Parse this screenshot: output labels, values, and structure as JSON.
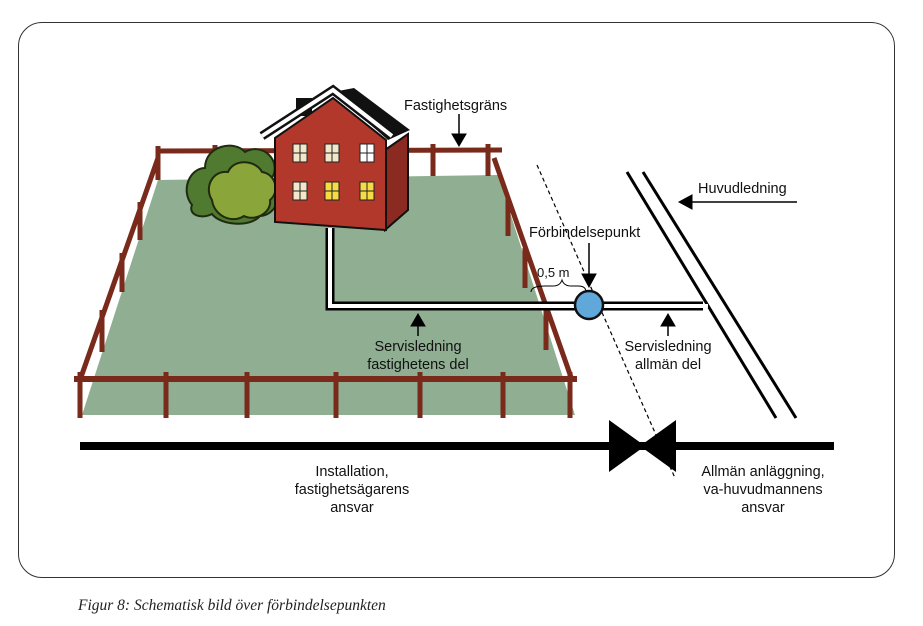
{
  "labels": {
    "property_boundary": "Fastighetsgräns",
    "main_line": "Huvudledning",
    "connection_point": "Förbindelsepunkt",
    "distance": "0,5 m",
    "service_private_1": "Servisledning",
    "service_private_2": "fastighetens del",
    "service_public_1": "Servisledning",
    "service_public_2": "allmän del",
    "installation_1": "Installation,",
    "installation_2": "fastighetsägarens",
    "installation_3": "ansvar",
    "public_facility_1": "Allmän anläggning,",
    "public_facility_2": "va-huvudmannens",
    "public_facility_3": "ansvar"
  },
  "caption": "Figur 8: Schematisk bild över förbindelsepunkten",
  "colors": {
    "lawn": "#8fae92",
    "fence": "#7a2a1a",
    "house": "#b2382b",
    "roof_white": "#ffffff",
    "bush_dark": "#4f7a2f",
    "bush_light": "#8aa63a",
    "connection_point": "#5fa8d9",
    "line": "#000000"
  }
}
